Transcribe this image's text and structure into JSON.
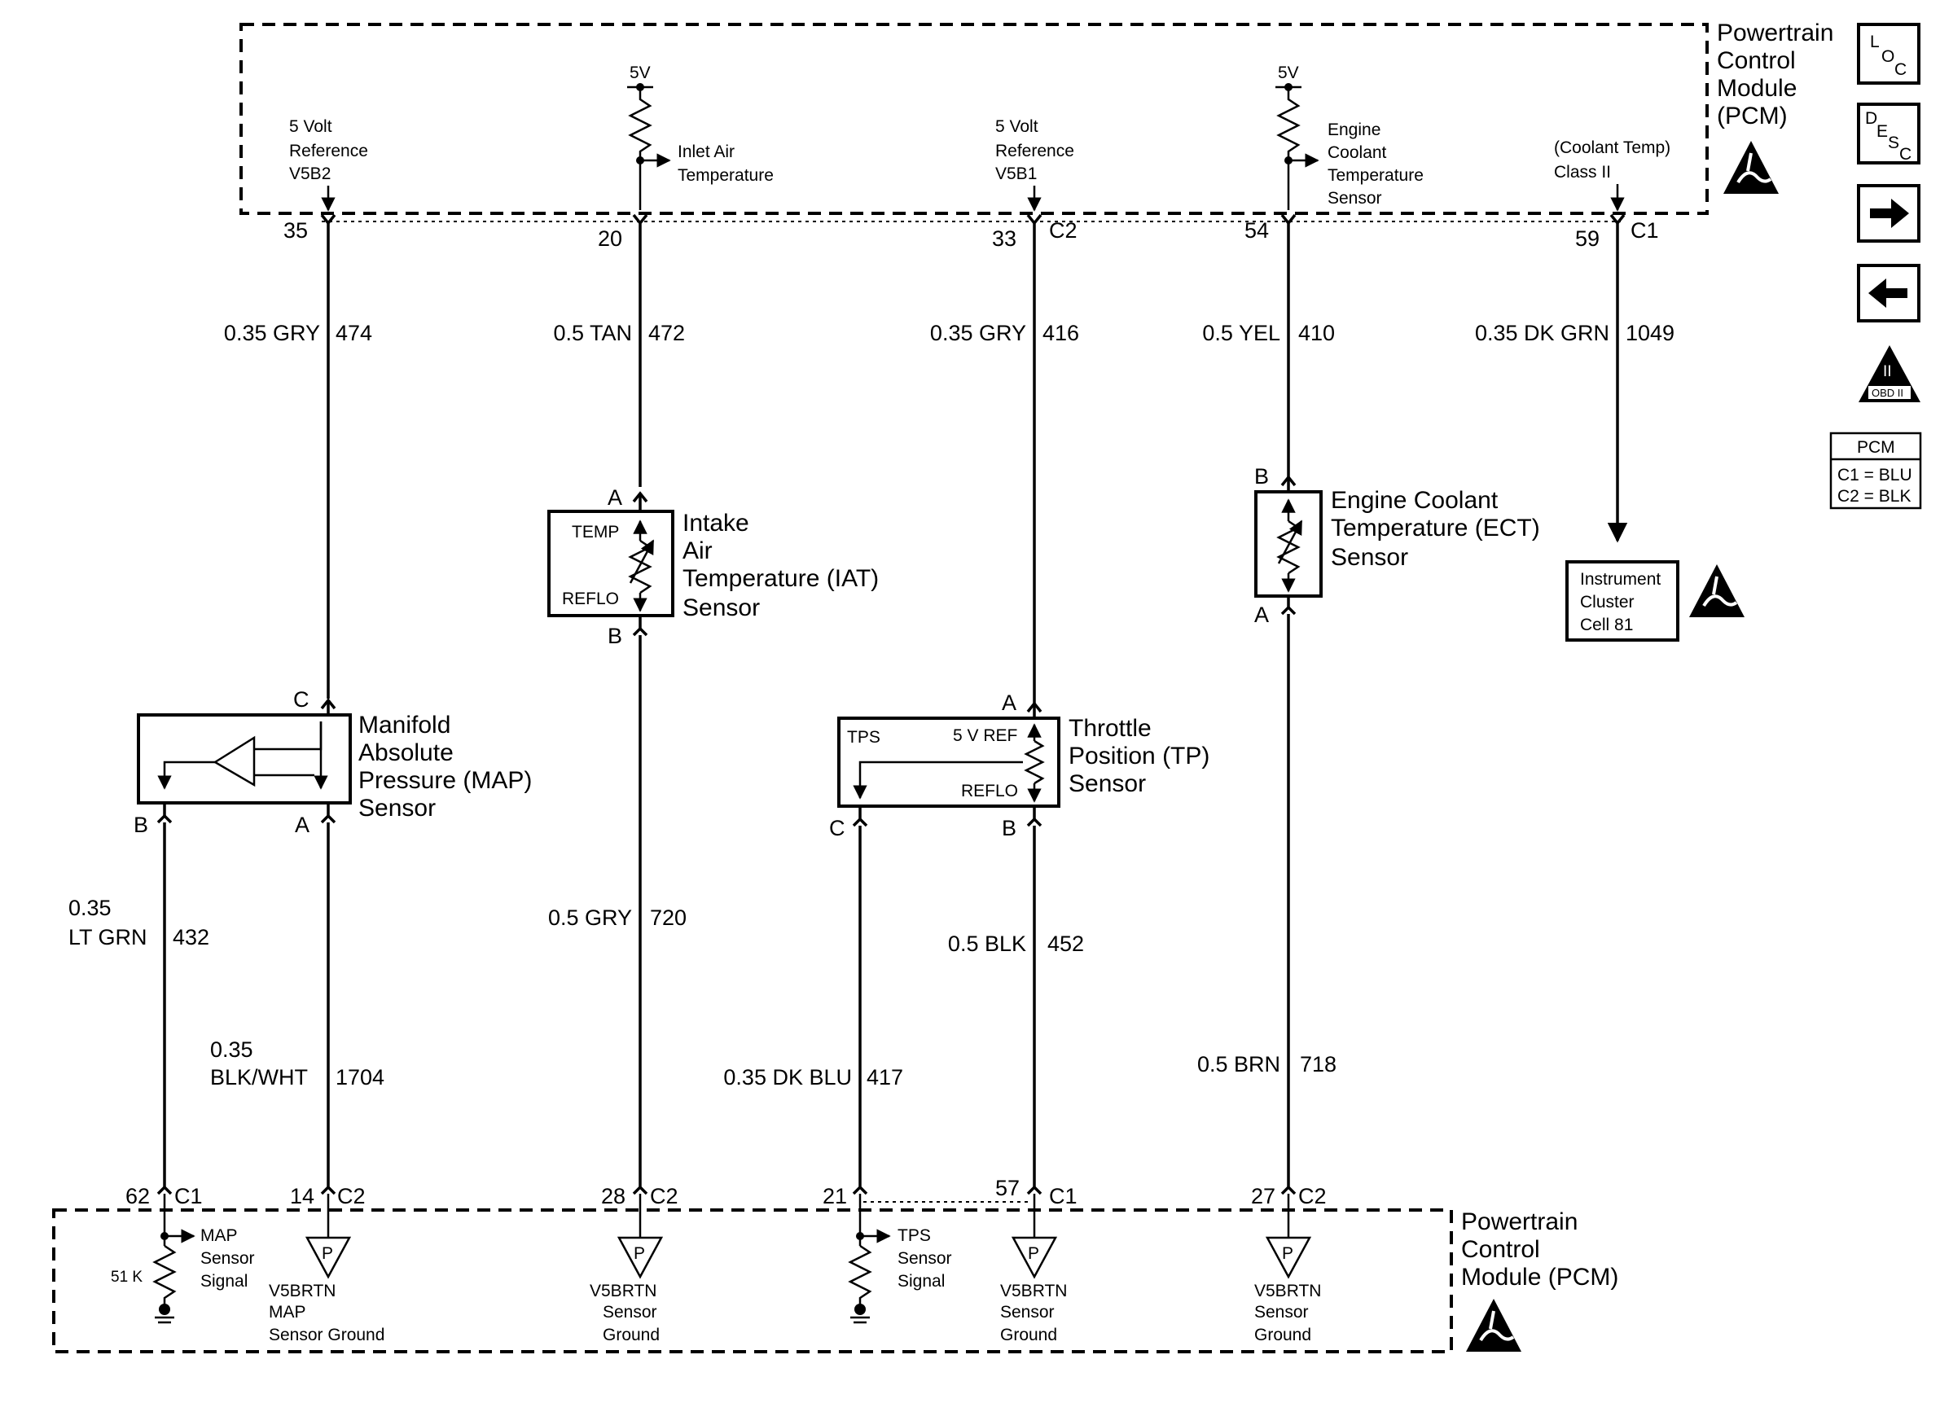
{
  "pcm_top": {
    "title": [
      "Powertrain",
      "Control",
      "Module",
      "(PCM)"
    ],
    "refs": [
      {
        "lines": [
          "5 Volt",
          "Reference",
          "V5B2"
        ]
      },
      {
        "lines": [
          "Inlet Air",
          "Temperature"
        ]
      },
      {
        "lines": [
          "5 Volt",
          "Reference",
          "V5B1"
        ]
      },
      {
        "lines": [
          "Engine",
          "Coolant",
          "Temperature",
          "Sensor"
        ]
      },
      {
        "lines": [
          "(Coolant Temp)",
          "Class II"
        ]
      }
    ],
    "five_v_1": "5V",
    "five_v_2": "5V",
    "pins": [
      {
        "num": "35",
        "conn": ""
      },
      {
        "num": "20",
        "conn": ""
      },
      {
        "num": "33",
        "conn": "C2"
      },
      {
        "num": "54",
        "conn": ""
      },
      {
        "num": "59",
        "conn": "C1"
      }
    ]
  },
  "wires_top": [
    {
      "left": "0.35 GRY",
      "right": "474"
    },
    {
      "left": "0.5 TAN",
      "right": "472"
    },
    {
      "left": "0.35 GRY",
      "right": "416"
    },
    {
      "left": "0.5 YEL",
      "right": "410"
    },
    {
      "left": "0.35 DK GRN",
      "right": "1049"
    }
  ],
  "iat": {
    "pin_a": "A",
    "pin_b": "B",
    "temp": "TEMP",
    "reflo": "REFLO",
    "label": [
      "Intake",
      "Air",
      "Temperature (IAT)",
      "Sensor"
    ]
  },
  "ect": {
    "pin_b": "B",
    "pin_a": "A",
    "label": [
      "Engine Coolant",
      "Temperature (ECT)",
      "Sensor"
    ]
  },
  "map": {
    "pin_c": "C",
    "pin_b": "B",
    "pin_a": "A",
    "label": [
      "Manifold",
      "Absolute",
      "Pressure (MAP)",
      "Sensor"
    ]
  },
  "tp": {
    "pin_a": "A",
    "pin_c": "C",
    "pin_b": "B",
    "tps": "TPS",
    "ref": "5 V REF",
    "reflo": "REFLO",
    "label": [
      "Throttle",
      "Position (TP)",
      "Sensor"
    ]
  },
  "cluster": {
    "lines": [
      "Instrument",
      "Cluster",
      "Cell 81"
    ]
  },
  "wires_bottom": [
    {
      "left": [
        "0.35",
        "LT GRN"
      ],
      "right": "432"
    },
    {
      "left": [
        "0.35",
        "BLK/WHT"
      ],
      "right": "1704"
    },
    {
      "left": [
        "0.5 GRY"
      ],
      "right": "720"
    },
    {
      "left": [
        "0.35 DK BLU"
      ],
      "right": "417"
    },
    {
      "left": [
        "0.5 BLK"
      ],
      "right": "452"
    },
    {
      "left": [
        "0.5 BRN"
      ],
      "right": "718"
    }
  ],
  "pcm_bottom": {
    "title": [
      "Powertrain",
      "Control",
      "Module (PCM)"
    ],
    "pins": [
      {
        "num": "62",
        "conn": "C1"
      },
      {
        "num": "14",
        "conn": "C2"
      },
      {
        "num": "28",
        "conn": "C2"
      },
      {
        "num": "21",
        "conn": ""
      },
      {
        "num": "57",
        "conn": "C1"
      },
      {
        "num": "27",
        "conn": "C2"
      }
    ],
    "map_signal": [
      "MAP",
      "Sensor",
      "Signal"
    ],
    "resistor": "51 K",
    "tps_signal": [
      "TPS",
      "Sensor",
      "Signal"
    ],
    "grounds": [
      {
        "lines": [
          "V5BRTN",
          "MAP",
          "Sensor Ground"
        ]
      },
      {
        "lines": [
          "V5BRTN",
          "Sensor",
          "Ground"
        ]
      },
      {
        "lines": [
          "V5BRTN",
          "Sensor",
          "Ground"
        ]
      },
      {
        "lines": [
          "V5BRTN",
          "Sensor",
          "Ground"
        ]
      }
    ],
    "p_mark": "P"
  },
  "sidebar": {
    "loc": [
      "L",
      "O",
      "C"
    ],
    "desc": [
      "D",
      "E",
      "S",
      "C"
    ],
    "obd": [
      "II",
      "OBD II"
    ],
    "pcm_table": {
      "title": "PCM",
      "rows": [
        "C1 = BLU",
        "C2 = BLK"
      ]
    }
  }
}
